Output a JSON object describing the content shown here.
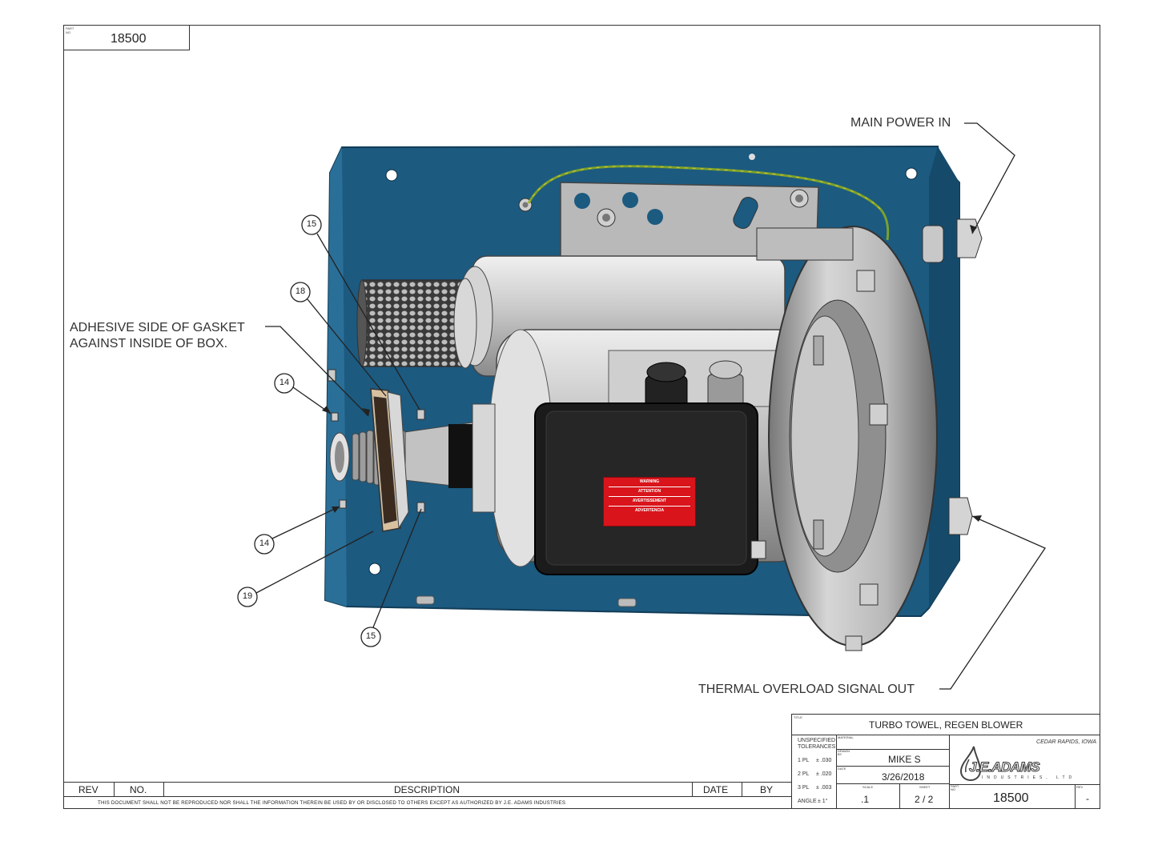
{
  "part_number_top": {
    "caption": "PART NO",
    "value": "18500"
  },
  "callouts": {
    "main_power_in": "MAIN POWER IN",
    "adhesive_line1": "ADHESIVE SIDE OF GASKET",
    "adhesive_line2": "AGAINST INSIDE OF BOX.",
    "thermal_overload": "THERMAL OVERLOAD SIGNAL OUT"
  },
  "balloons": [
    "15",
    "18",
    "14",
    "14",
    "19",
    "15"
  ],
  "warning_label": {
    "lines": [
      "WARNING",
      "ATTENTION",
      "AVERTISSEMENT",
      "ADVERTENCIA"
    ]
  },
  "title_block": {
    "title_caption": "TITLE",
    "title": "TURBO TOWEL, REGEN BLOWER",
    "tolerances_header": "UNSPECIFIED TOLERANCES",
    "tolerances": [
      {
        "label": "1 PL",
        "value": "± .030"
      },
      {
        "label": "2 PL",
        "value": "± .020"
      },
      {
        "label": "3 PL",
        "value": "± .003"
      },
      {
        "label": "ANGLE",
        "value": "± 1°"
      }
    ],
    "material_caption": "MATERIAL",
    "drawn_by_caption": "DRAWN BY",
    "drawn_by": "MIKE S",
    "date_caption": "DATE",
    "date": "3/26/2018",
    "scale_caption": "SCALE",
    "scale": ".1",
    "sheet_caption": "SHEET",
    "sheet": "2 / 2",
    "company_location": "CEDAR RAPIDS, IOWA",
    "company_name": "J.E.ADAMS",
    "company_sub": "INDUSTRIES, LTD",
    "part_caption": "PART NO",
    "part_number": "18500",
    "rev_caption": "REV",
    "rev": "-"
  },
  "revision_block": {
    "headers": [
      "REV",
      "NO.",
      "DESCRIPTION",
      "DATE",
      "BY"
    ],
    "legal": "THIS DOCUMENT SHALL NOT BE REPRODUCED NOR SHALL THE INFORMATION THEREIN BE USED BY OR DISCLOSED TO OTHERS EXCEPT AS AUTHORIZED BY J.E. ADAMS INDUSTRIES"
  },
  "colors": {
    "enclosure_blue": "#1e5f86",
    "warning_red": "#d9141b",
    "line": "#333333"
  }
}
